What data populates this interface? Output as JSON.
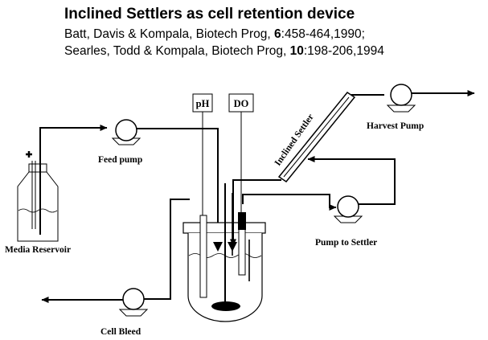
{
  "header": {
    "title": "Inclined Settlers as cell retention device",
    "ref1": {
      "authors": "Batt, Davis & Kompala, Biotech Prog, ",
      "volume": "6",
      "pages": ":458-464,1990;"
    },
    "ref2": {
      "authors": "Searles, Todd & Kompala, Biotech Prog, ",
      "volume": "10",
      "pages": ":198-206,1994"
    }
  },
  "labels": {
    "feed_pump": "Feed pump",
    "media_reservoir": "Media Reservoir",
    "ph": "pH",
    "do": "DO",
    "inclined_settler": "Inclined Settler",
    "harvest_pump": "Harvest Pump",
    "pump_to_settler": "Pump to Settler",
    "cell_bleed": "Cell Bleed"
  },
  "colors": {
    "ink": "#000000",
    "background": "#ffffff"
  }
}
